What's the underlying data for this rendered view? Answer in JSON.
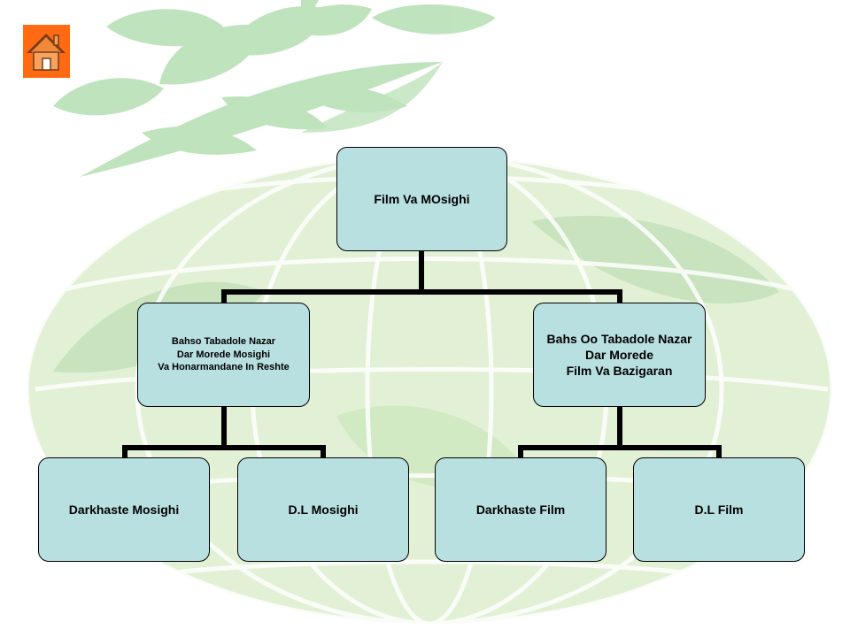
{
  "home_icon": "home-icon",
  "colors": {
    "node_fill": "#b9e0e0",
    "connector": "#000000",
    "home_button": "#ff6a12",
    "background_leaf": "#a9d9a6",
    "background_globe": "#cfe7c4"
  },
  "org_chart": {
    "root": "Film Va MOsighi",
    "children": [
      {
        "label": "Bahso Tabadole Nazar\nDar Morede Mosighi\nVa Honarmandane In Reshte",
        "children": [
          "Darkhaste Mosighi",
          "D.L  Mosighi"
        ]
      },
      {
        "label": "Bahs Oo Tabadole Nazar\nDar Morede\nFilm Va Bazigaran",
        "children": [
          "Darkhaste Film",
          "D.L  Film"
        ]
      }
    ]
  }
}
